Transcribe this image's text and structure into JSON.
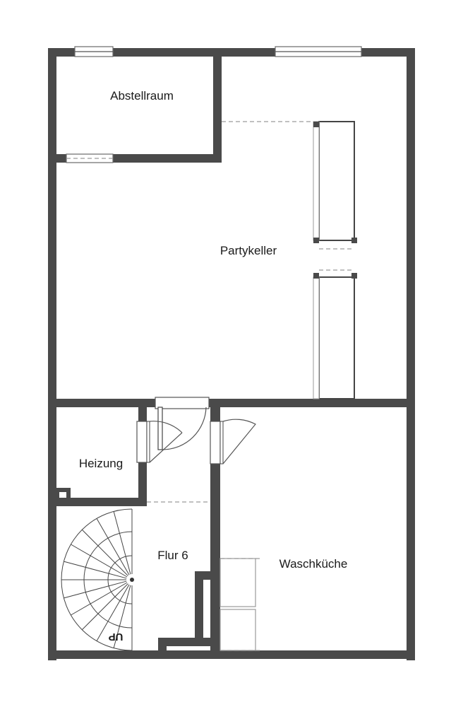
{
  "rooms": {
    "abstellraum": "Abstellraum",
    "partykeller": "Partykeller",
    "heizung": "Heizung",
    "flur": "Flur 6",
    "waschkueche": "Waschküche"
  },
  "stair_label": "UP",
  "colors": {
    "wall": "#4a4a4a",
    "background": "#ffffff"
  }
}
